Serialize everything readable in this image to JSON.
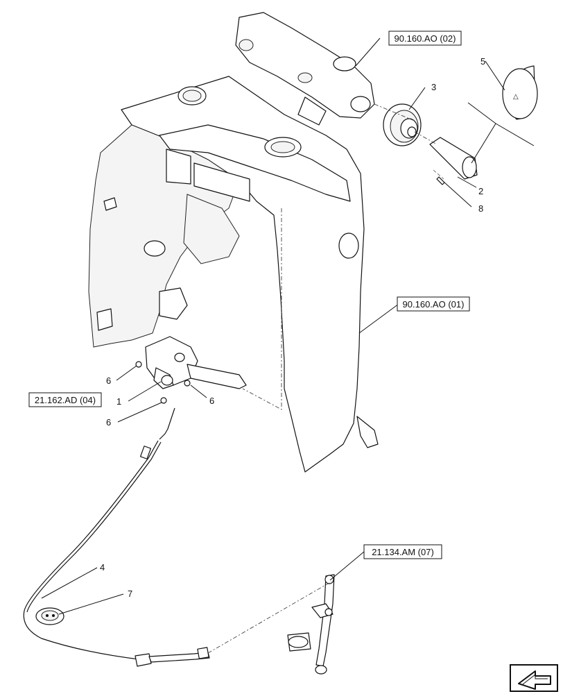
{
  "references": {
    "top": "90.160.AO (02)",
    "mid": "90.160.AO (01)",
    "left": "21.162.AD (04)",
    "bottom": "21.134.AM (07)"
  },
  "callouts": {
    "c1": "1",
    "c2": "2",
    "c3": "3",
    "c4": "4",
    "c5": "5",
    "c6a": "6",
    "c6b": "6",
    "c6c": "6",
    "c7": "7",
    "c8": "8"
  },
  "icons": {
    "nav": "arrow-left-icon"
  }
}
